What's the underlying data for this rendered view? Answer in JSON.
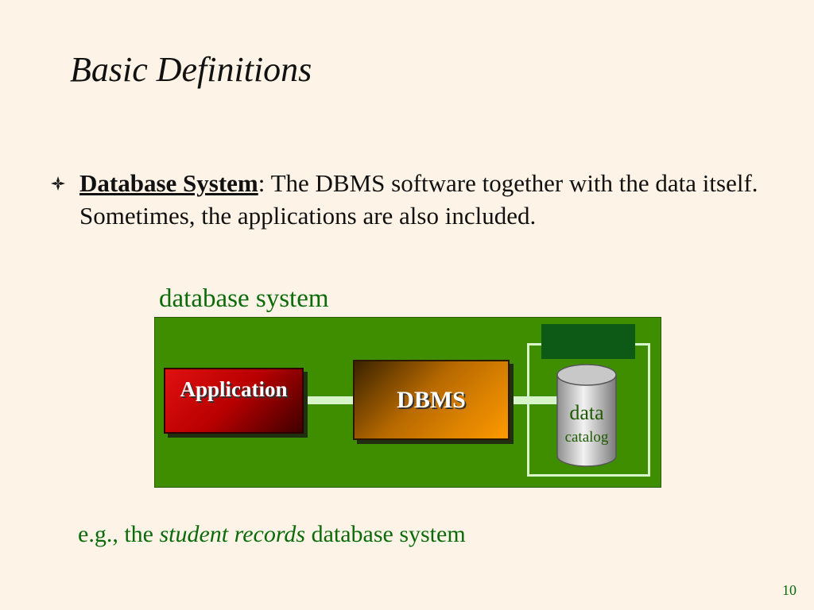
{
  "slide": {
    "title": "Basic Definitions",
    "page_number": "10"
  },
  "bullet": {
    "icon": "diamond-bullet-icon",
    "term": "Database System",
    "separator": ":",
    "text": " The DBMS software together with the data itself.  Sometimes, the applications are also included."
  },
  "diagram": {
    "caption": "database system",
    "application_label": "Application",
    "dbms_label": "DBMS",
    "storage_label_1": "data",
    "storage_label_2": "catalog",
    "colors": {
      "system_box": "#3f8e00",
      "application": "#c40000",
      "dbms": "#ff9a00",
      "catalog_tab": "#0c5a15",
      "caption_text": "#0b6b0b"
    }
  },
  "example": {
    "prefix": "e.g., the ",
    "emphasis": "student records",
    "suffix": " database system"
  }
}
